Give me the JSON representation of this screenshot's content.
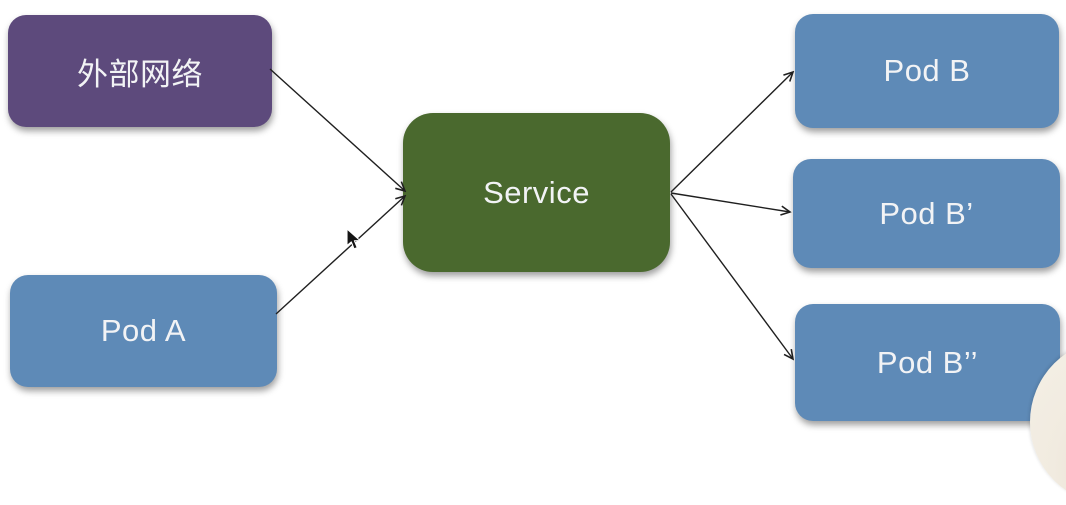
{
  "diagram": {
    "nodes": [
      {
        "id": "external-network",
        "label": "外部网络",
        "color": "#5d4a7c"
      },
      {
        "id": "pod-a",
        "label": "Pod A",
        "color": "#5e8ab7"
      },
      {
        "id": "service",
        "label": "Service",
        "color": "#4a692e"
      },
      {
        "id": "pod-b",
        "label": "Pod B",
        "color": "#5e8ab7"
      },
      {
        "id": "pod-b-prime",
        "label": "Pod B’",
        "color": "#5e8ab7"
      },
      {
        "id": "pod-b-double-prime",
        "label": "Pod B’’",
        "color": "#5e8ab7"
      }
    ],
    "edges": [
      {
        "from": "external-network",
        "to": "service"
      },
      {
        "from": "pod-a",
        "to": "service"
      },
      {
        "from": "service",
        "to": "pod-b"
      },
      {
        "from": "service",
        "to": "pod-b-prime"
      },
      {
        "from": "service",
        "to": "pod-b-double-prime"
      }
    ],
    "edge_color": "#1f1f1f",
    "label_color": "#f2f3f5",
    "background_color": "#ffffff"
  },
  "overlay": {
    "cursor_icon": "arrow-pointer",
    "webcam_bubble_color": "#f1ebe0"
  }
}
